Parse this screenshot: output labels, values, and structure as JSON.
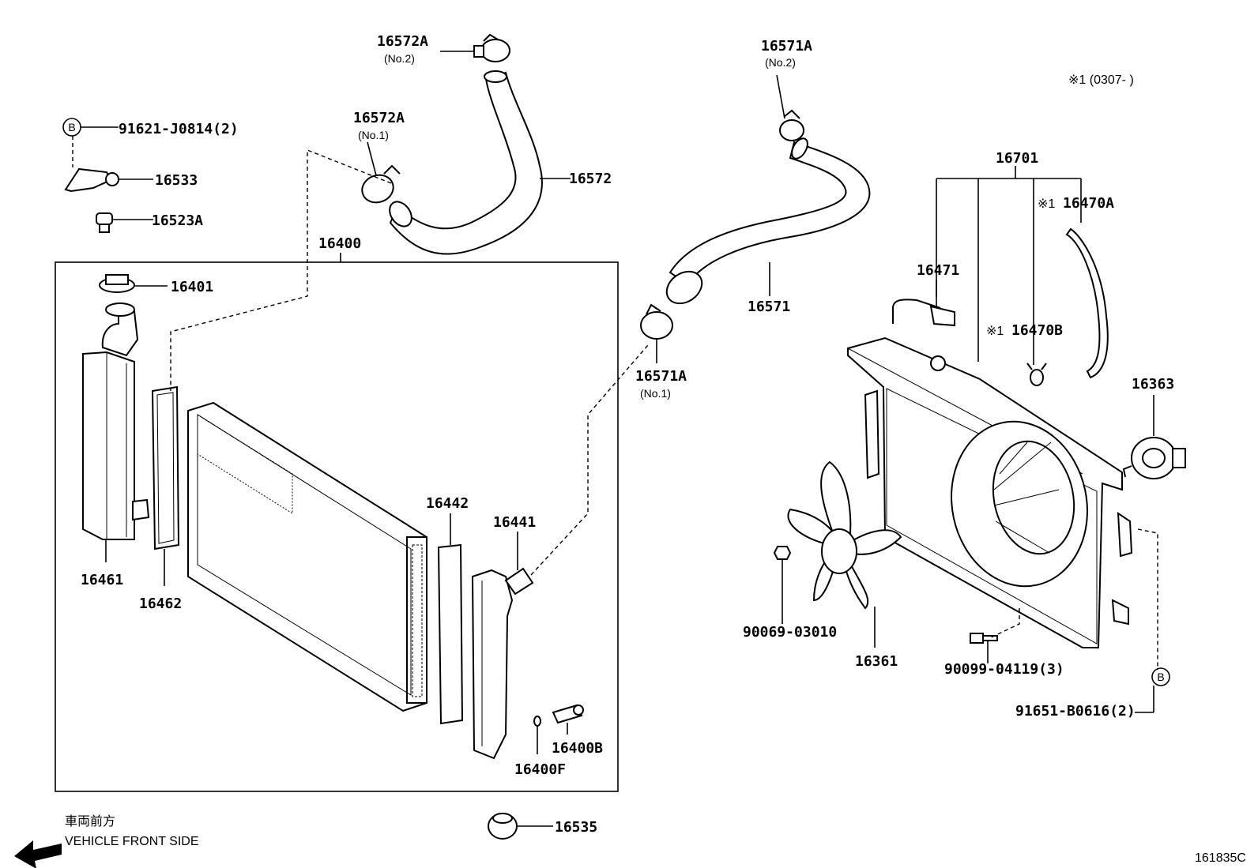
{
  "parts": {
    "p16572A_no2": "16572A",
    "p16572A_no2_sub": "(No.2)",
    "p16572A_no1": "16572A",
    "p16572A_no1_sub": "(No.1)",
    "p16572": "16572",
    "p16571A_no2": "16571A",
    "p16571A_no2_sub": "(No.2)",
    "p16571": "16571",
    "p16571A_no1": "16571A",
    "p16571A_no1_sub": "(No.1)",
    "p91621": "91621-J0814(2)",
    "p16533": "16533",
    "p16523A": "16523A",
    "p16400": "16400",
    "p16401": "16401",
    "p16461": "16461",
    "p16462": "16462",
    "p16442": "16442",
    "p16441": "16441",
    "p16400B": "16400B",
    "p16400F": "16400F",
    "p16535": "16535",
    "p16701": "16701",
    "p16470A": "16470A",
    "p16471": "16471",
    "p16470B": "16470B",
    "p16363": "16363",
    "p90069": "90069-03010",
    "p16361": "16361",
    "p90099": "90099-04119(3)",
    "p91651": "91651-B0616(2)"
  },
  "markers": {
    "note_mark": "※1",
    "b_marker": "B"
  },
  "notes": {
    "applicability": "※1 (0307-      )",
    "front_jp": "車両前方",
    "front_en": "VEHICLE FRONT SIDE",
    "diagram_id": "161835C"
  }
}
